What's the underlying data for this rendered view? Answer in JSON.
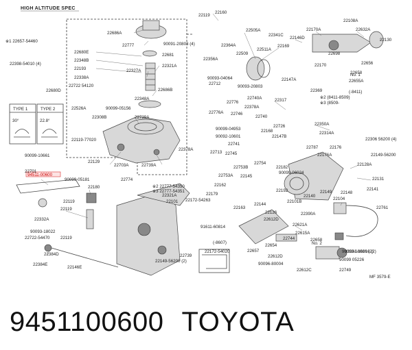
{
  "header": "HIGH ALTITUDE SPEC",
  "caption": {
    "part_number": "9451100600",
    "brand": "TOYOTA"
  },
  "highlighted_label": "94511-00600",
  "type_boxes": [
    {
      "title": "TYPE 1",
      "angle": "30°"
    },
    {
      "title": "TYPE 2",
      "angle": "22.8°"
    }
  ],
  "corner_note": "MF 3579-E",
  "labels": [
    "22119",
    "22160",
    "22108A",
    "22686A",
    "22505A",
    "22341C",
    "22146D",
    "22170A",
    "22632A",
    "22130",
    "※1 22657-54460",
    "22777",
    "90091-20803 (4)",
    "22398-54010 (4)",
    "22680E",
    "22681",
    "22364A",
    "22348B",
    "22511A",
    "22169",
    "22698",
    "22193",
    "22321A",
    "22356A",
    "22656",
    "22658",
    "22338A",
    "22327A",
    "22509",
    "22170",
    "22722 54120",
    "22147A",
    "22655A",
    "22680D",
    "90093-04064",
    "90093-20803",
    "22686B",
    "22712",
    "22369",
    "(-8411)",
    "※2 (8411-8509)",
    "※3 (8509-",
    "22348A",
    "22740A",
    "22776",
    "22317",
    "22526A",
    "90099-05156",
    "22776A",
    "22378A",
    "22308B",
    "22739A",
    "22746",
    "22740",
    "22350A",
    "22726",
    "22314A",
    "90099-04953",
    "22168",
    "22147B",
    "90092-10601",
    "22119-77020",
    "22787",
    "22176",
    "22306 56200 (4)",
    "22741",
    "90099-10661",
    "22713",
    "22176A",
    "22149-56200",
    "22745",
    "22129",
    "22703A",
    "22378A",
    "22739A",
    "22754",
    "22753B",
    "22182",
    "22128A",
    "94511-00600",
    "90099-05181",
    "22774",
    "22131",
    "22701",
    "22180",
    "90099-06024",
    "※2 22777-54350",
    "22753A",
    "22145",
    "※3 22777-54351",
    "22162",
    "22192",
    "22148",
    "22149",
    "22141",
    "22321A",
    "22101",
    "22179",
    "22172-54263",
    "22761",
    "22119",
    "22163",
    "22144",
    "22104",
    "22126",
    "22101B",
    "22140",
    "22390A",
    "22332A",
    "22612D",
    "22621A",
    "22119",
    "90093-18022",
    "91611-60814",
    "22615A",
    "22744",
    "22722-54470",
    "22119",
    "22654",
    "22658",
    "90093-18016 (2)",
    "22384D",
    "22739",
    "22657",
    "22612D",
    "90099 05226",
    "(-8607)",
    "22384E",
    "22146E",
    "22149-56200 (2)",
    "22172-54020",
    "90096-80004",
    "22612C",
    "22749",
    "93381-16016 (2)",
    "No. 1",
    "No. 2"
  ]
}
